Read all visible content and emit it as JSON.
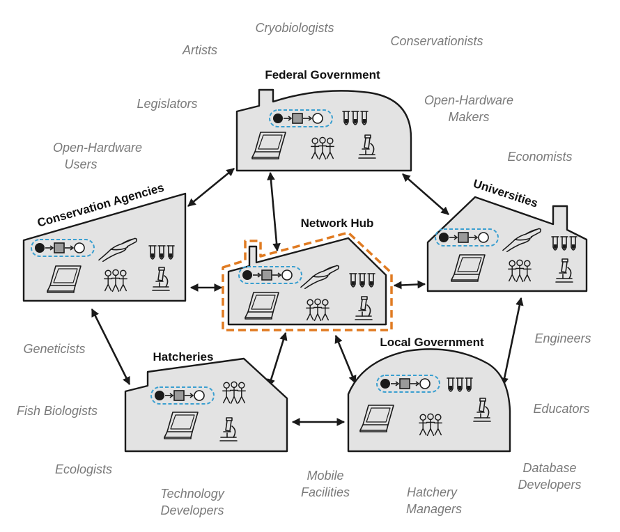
{
  "nodes": [
    {
      "id": "federal",
      "label": "Federal Government",
      "icons": [
        "process-flow-icon",
        "test-tubes-icon",
        "laptop-icon",
        "people-icon",
        "microscope-icon"
      ]
    },
    {
      "id": "conservation",
      "label": "Conservation Agencies",
      "icons": [
        "process-flow-icon",
        "hand-icon",
        "test-tubes-icon",
        "laptop-icon",
        "people-icon",
        "microscope-icon"
      ]
    },
    {
      "id": "hub",
      "label": "Network Hub",
      "icons": [
        "process-flow-icon",
        "hand-icon",
        "test-tubes-icon",
        "laptop-icon",
        "people-icon",
        "microscope-icon"
      ]
    },
    {
      "id": "universities",
      "label": "Universities",
      "icons": [
        "process-flow-icon",
        "hand-icon",
        "test-tubes-icon",
        "laptop-icon",
        "people-icon",
        "microscope-icon"
      ]
    },
    {
      "id": "hatcheries",
      "label": "Hatcheries",
      "icons": [
        "process-flow-icon",
        "people-icon",
        "laptop-icon",
        "microscope-icon"
      ]
    },
    {
      "id": "local",
      "label": "Local Government",
      "icons": [
        "process-flow-icon",
        "test-tubes-icon",
        "laptop-icon",
        "people-icon",
        "microscope-icon"
      ]
    }
  ],
  "connections": [
    [
      "federal",
      "conservation"
    ],
    [
      "federal",
      "hub"
    ],
    [
      "federal",
      "universities"
    ],
    [
      "conservation",
      "hub"
    ],
    [
      "conservation",
      "hatcheries"
    ],
    [
      "hub",
      "universities"
    ],
    [
      "hub",
      "hatcheries"
    ],
    [
      "hub",
      "local"
    ],
    [
      "universities",
      "local"
    ],
    [
      "hatcheries",
      "local"
    ]
  ],
  "stakeholders": {
    "cryobiologists": "Cryobiologists",
    "artists": "Artists",
    "conservationists": "Conservationists",
    "legislators": "Legislators",
    "open_hardware_makers": [
      "Open-Hardware",
      "Makers"
    ],
    "open_hardware_users": [
      "Open-Hardware",
      "Users"
    ],
    "economists": "Economists",
    "geneticists": "Geneticists",
    "engineers": "Engineers",
    "fish_biologists": "Fish Biologists",
    "educators": "Educators",
    "ecologists": "Ecologists",
    "database_developers": [
      "Database",
      "Developers"
    ],
    "mobile_facilities": [
      "Mobile",
      "Facilities"
    ],
    "technology_developers": [
      "Technology",
      "Developers"
    ],
    "hatchery_managers": [
      "Hatchery",
      "Managers"
    ]
  },
  "colors": {
    "building_fill": "#e3e3e3",
    "outline": "#1a1a1a",
    "hub_highlight": "#e07b22",
    "process_highlight": "#3a9fd0",
    "stakeholder_text": "#7a7a7a"
  }
}
